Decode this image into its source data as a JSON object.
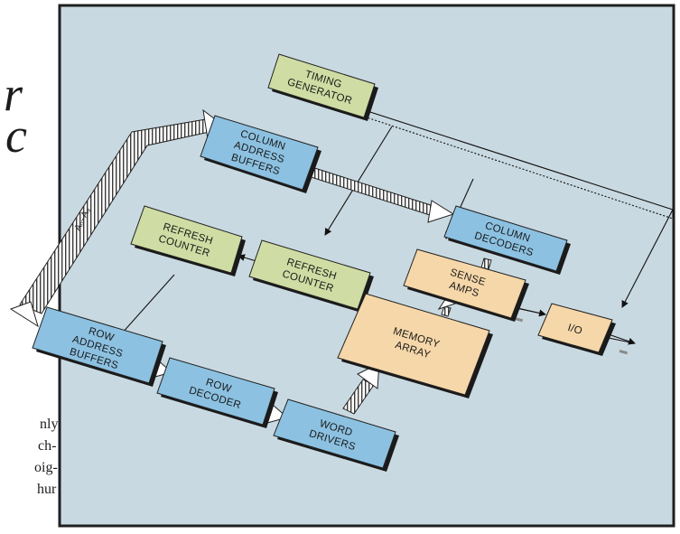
{
  "colors": {
    "panel_background": "#c9d9e1",
    "panel_border": "#1f1f1f",
    "blue_block": "#8cc1e1",
    "green_block": "#cfdca3",
    "orange_block": "#f6d7a9",
    "block_shadow": "#1a1a1a"
  },
  "diagram": {
    "blocks": {
      "timing_generator": [
        "TIMING",
        "GENERATOR"
      ],
      "column_address_buffers": [
        "COLUMN",
        "ADDRESS",
        "BUFFERS"
      ],
      "column_decoders": [
        "COLUMN",
        "DECODERS"
      ],
      "refresh_counter_left": [
        "REFRESH",
        "COUNTER"
      ],
      "refresh_counter_right": [
        "REFRESH",
        "COUNTER"
      ],
      "sense_amps": [
        "SENSE",
        "AMPS"
      ],
      "memory_array": [
        "MEMORY",
        "ARRAY"
      ],
      "io": [
        "I/O"
      ],
      "row_address_buffers": [
        "ROW",
        "ADDRESS",
        "BUFFERS"
      ],
      "row_decoder": [
        "ROW",
        "DECODER"
      ],
      "word_drivers": [
        "WORD",
        "DRIVERS"
      ]
    },
    "address_bus_label": "A₀–A₉"
  },
  "margin_text": {
    "glyph_top": "r",
    "glyph_bottom": "c",
    "lines": [
      "nly",
      "ch-",
      "oig-",
      "hur"
    ]
  }
}
